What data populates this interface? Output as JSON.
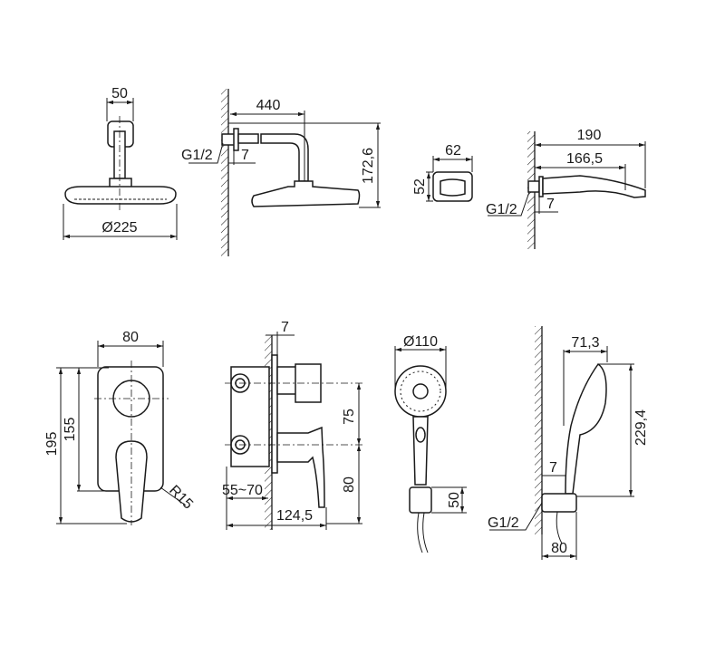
{
  "colors": {
    "line": "#1a1a1a",
    "background": "#ffffff"
  },
  "views": {
    "shower_head_front": {
      "width": "50",
      "diameter": "Ø225"
    },
    "shower_head_side": {
      "arm_length": "440",
      "thread": "G1/2",
      "flange": "7",
      "height": "172,6"
    },
    "spout_front": {
      "width": "62",
      "height": "52"
    },
    "spout_side": {
      "total_length": "190",
      "reach": "166,5",
      "thread": "G1/2",
      "flange": "7"
    },
    "mixer_front": {
      "width": "80",
      "total_height": "195",
      "plate_height": "155",
      "radius": "R15"
    },
    "mixer_side": {
      "plate": "7",
      "upper_spacing": "75",
      "lower_spacing": "80",
      "depth_range": "55~70",
      "projection": "124,5"
    },
    "hand_shower_front": {
      "diameter": "Ø110",
      "holder_height": "50"
    },
    "hand_shower_side": {
      "projection": "71,3",
      "height": "229,4",
      "flange": "7",
      "thread": "G1/2",
      "holder_width": "80"
    }
  }
}
